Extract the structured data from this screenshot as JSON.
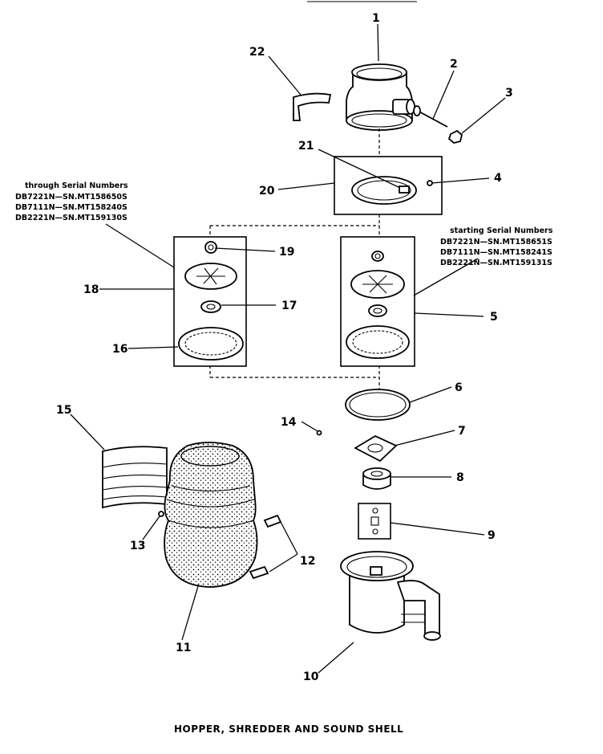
{
  "title": "HOPPER, SHREDDER AND SOUND SHELL",
  "left_note": {
    "heading": "through Serial Numbers",
    "lines": [
      "DB7221N—SN.MT158650S",
      "DB7111N—SN.MT158240S",
      "DB2221N—SN.MT159130S"
    ]
  },
  "right_note": {
    "heading": "starting Serial Numbers",
    "lines": [
      "DB7221N—SN.MT158651S",
      "DB7111N—SN.MT158241S",
      "DB2221N—SN.MT159131S"
    ]
  },
  "callouts": [
    "1",
    "2",
    "3",
    "4",
    "5",
    "6",
    "7",
    "8",
    "9",
    "10",
    "11",
    "12",
    "13",
    "14",
    "15",
    "16",
    "17",
    "18",
    "19",
    "20",
    "21",
    "22"
  ]
}
